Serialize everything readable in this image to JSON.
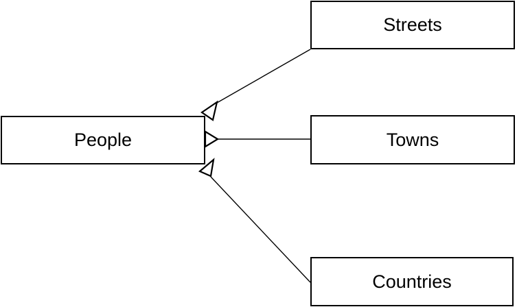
{
  "diagram": {
    "title": "hierarchy-diagram",
    "background_color": "#ffffff",
    "stroke_color": "#000000",
    "node_fill_color": "#ffffff",
    "text_color": "#000000",
    "nodes": [
      {
        "id": "people",
        "label": "People",
        "position": "left-middle"
      },
      {
        "id": "streets",
        "label": "Streets",
        "position": "right-top"
      },
      {
        "id": "towns",
        "label": "Towns",
        "position": "right-middle"
      },
      {
        "id": "countries",
        "label": "Countries",
        "position": "right-bottom"
      }
    ],
    "connectors": [
      {
        "from": "streets",
        "to": "people",
        "arrowhead": "hollow-triangle",
        "arrowhead_at": "people-top-right-corner"
      },
      {
        "from": "towns",
        "to": "people",
        "arrowhead": "hollow-triangle",
        "arrowhead_at": "people-right-edge"
      },
      {
        "from": "countries",
        "to": "people",
        "arrowhead": "hollow-triangle",
        "arrowhead_at": "people-bottom-right-corner"
      }
    ]
  }
}
